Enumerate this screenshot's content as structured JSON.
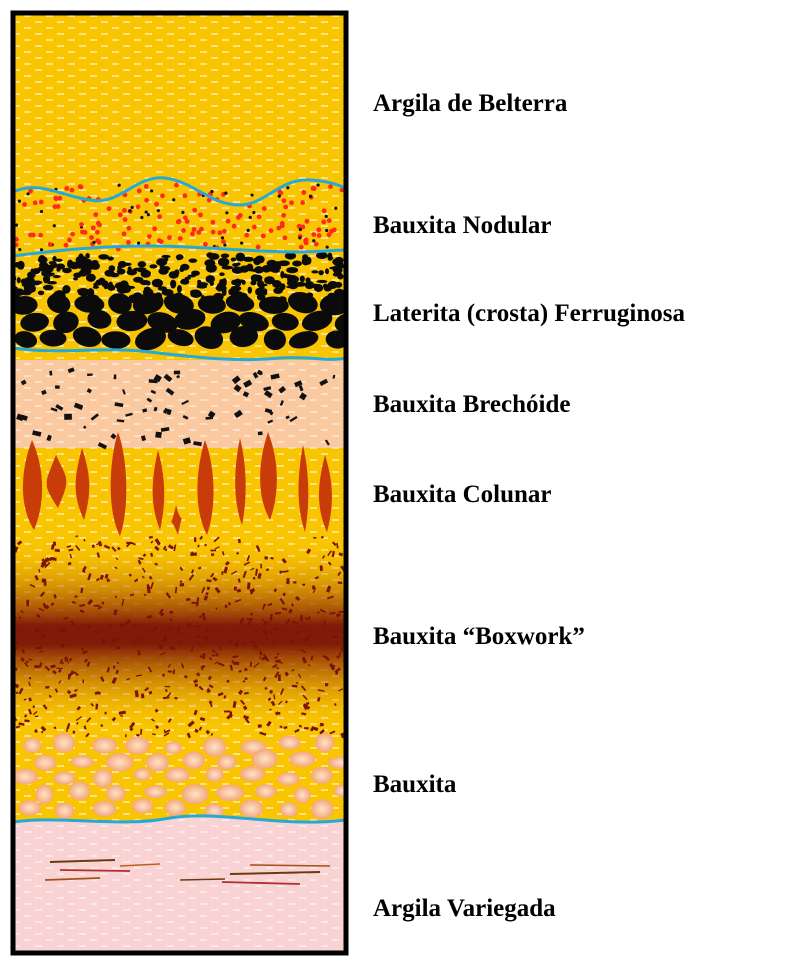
{
  "layers": [
    {
      "name": "Argila de Belterra"
    },
    {
      "name": "Bauxita Nodular"
    },
    {
      "name": "Laterita (crosta) Ferruginosa"
    },
    {
      "name": "Bauxita Brechóide"
    },
    {
      "name": "Bauxita Colunar"
    },
    {
      "name": "Bauxita “Boxwork”"
    },
    {
      "name": "Bauxita"
    },
    {
      "name": "Argila Variegada"
    }
  ],
  "colors": {
    "clay_yellow": "#f9c400",
    "dash_white": "#fff6d8",
    "boundary_blue": "#27a9d6",
    "nodule_red": "#ff2a1a",
    "crust_black": "#0b0b0b",
    "breccia_bg": "#fbc9a0",
    "column_red": "#c83c0a",
    "boxwork_brown": "#7a1208",
    "bauxite_nodule": "#fbc6a0",
    "variegated_pink": "#f9d3d3",
    "border": "#000000"
  }
}
